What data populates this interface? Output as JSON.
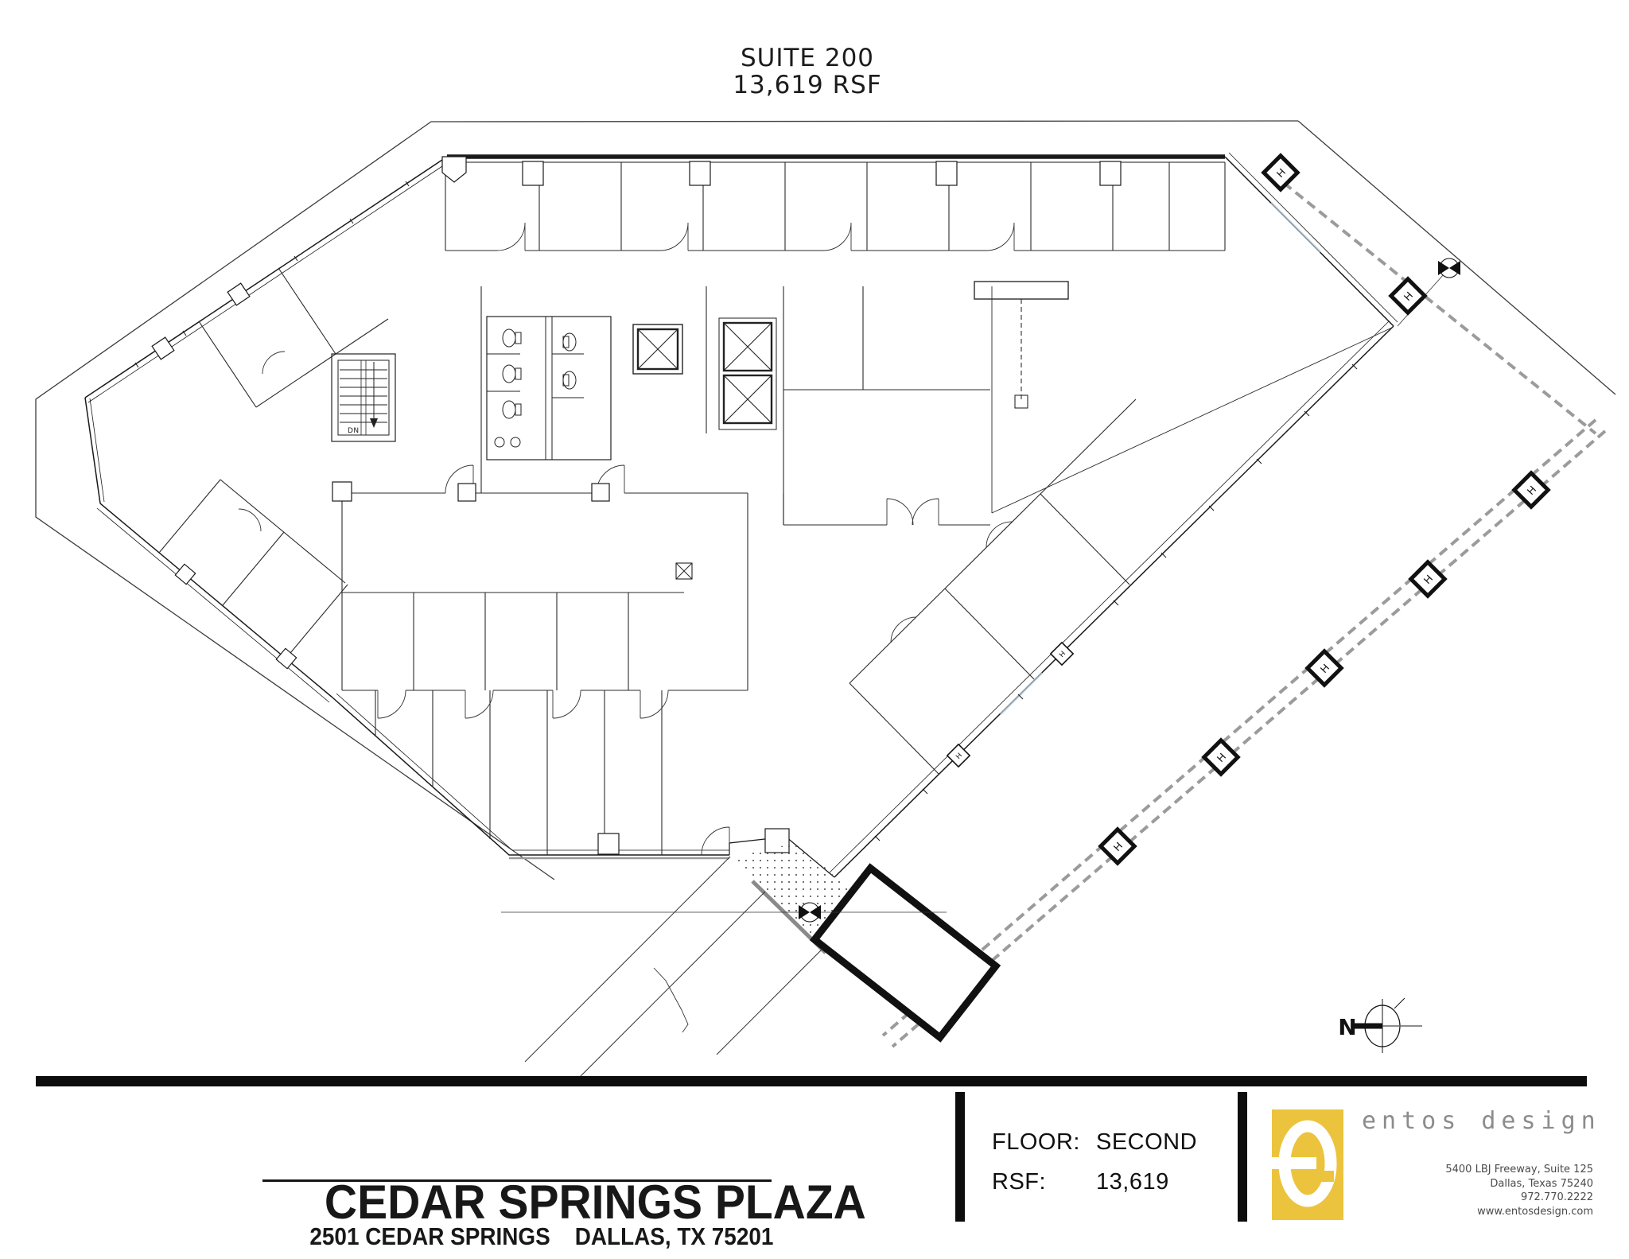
{
  "plan": {
    "suite_name": "SUITE 200",
    "suite_area": "13,619 RSF",
    "stair_down_label": "DN",
    "column_label": "H",
    "north_label": "N",
    "line_color": "#1a1a1a",
    "walkway_color": "#9b9b9b"
  },
  "title_block": {
    "building_name": "CEDAR SPRINGS PLAZA",
    "building_address": "2501 CEDAR SPRINGS    DALLAS, TX 75201",
    "floor_label": "FLOOR:",
    "floor_value": "SECOND",
    "rsf_label": "RSF:",
    "rsf_value": "13,619",
    "bar_color": "#0d0d0d"
  },
  "logo": {
    "mark_letter": "e",
    "mark_color": "#ecc33c",
    "firm_name": "entos design",
    "firm_name_color": "#8c8c8c",
    "address_lines": [
      "5400 LBJ Freeway, Suite 125",
      "Dallas, Texas 75240",
      "972.770.2222",
      "www.entosdesign.com"
    ]
  }
}
